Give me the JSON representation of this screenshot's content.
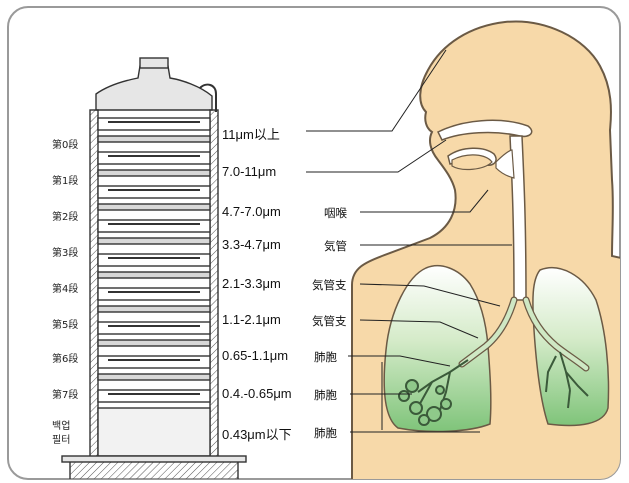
{
  "stages": [
    {
      "label": "第0段",
      "size": "11μm以上"
    },
    {
      "label": "第1段",
      "size": "7.0-11μm"
    },
    {
      "label": "第2段",
      "size": "4.7-7.0μm"
    },
    {
      "label": "第3段",
      "size": "3.3-4.7μm"
    },
    {
      "label": "第4段",
      "size": "2.1-3.3μm"
    },
    {
      "label": "第5段",
      "size": "1.1-2.1μm"
    },
    {
      "label": "第6段",
      "size": "0.65-1.1μm"
    },
    {
      "label": "第7段",
      "size": "0.4.-0.65μm"
    }
  ],
  "backup": {
    "label_line1": "백업",
    "label_line2": "필터",
    "size": "0.43μm以下"
  },
  "regions": [
    "咽喉",
    "気管",
    "気管支",
    "気管支",
    "肺胞",
    "肺胞",
    "肺胞"
  ],
  "colors": {
    "skin": "#f7d9a9",
    "skin_outline": "#6b5a45",
    "lung_green": "#7fc47a",
    "impactor_fill": "#e6e6e6",
    "impactor_stroke": "#333333",
    "frame": "#9a9a9a"
  }
}
